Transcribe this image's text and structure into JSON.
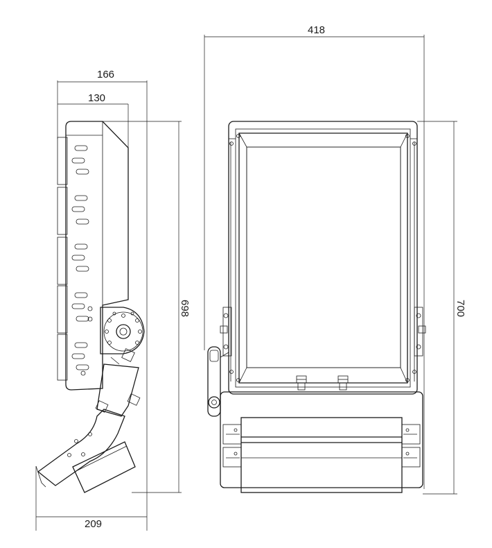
{
  "dimensions": {
    "side_total_depth": "166",
    "side_body_depth": "130",
    "side_height": "698",
    "bracket_reach": "209",
    "front_width": "418",
    "front_height": "700"
  }
}
